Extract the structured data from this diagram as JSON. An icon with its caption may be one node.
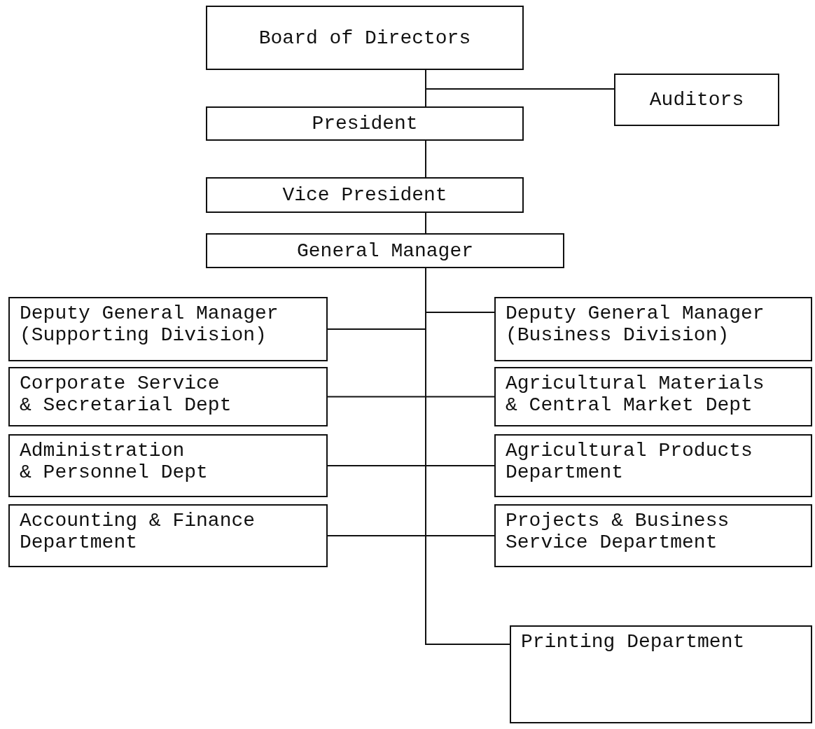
{
  "diagram": {
    "nodes": [
      {
        "text": [
          "Board of Directors"
        ]
      },
      {
        "text": [
          "Auditors"
        ]
      },
      {
        "text": [
          "President"
        ]
      },
      {
        "text": [
          "Vice President"
        ]
      },
      {
        "text": [
          "General Manager"
        ]
      },
      {
        "text": [
          "Deputy General Manager (Supporting Division)"
        ]
      },
      {
        "text": [
          "Deputy General Manager (Business Division)"
        ]
      },
      {
        "text": [
          "Corporate Service & Secretarial Dept"
        ]
      },
      {
        "text": [
          "Agricultural Materials & Central Market Dept"
        ]
      },
      {
        "text": [
          "Administration & Personnel Dept"
        ]
      },
      {
        "text": [
          "Agricultural Products Department"
        ]
      },
      {
        "text": [
          "Accounting & Finance Department"
        ]
      },
      {
        "text": [
          "Projects & Business Service Department"
        ]
      },
      {
        "text": [
          "Printing Department"
        ]
      }
    ],
    "edges": [
      {
        "from": 0,
        "to": 2,
        "arrow": "none"
      },
      {
        "from": 0,
        "to": 1,
        "arrow": "none"
      },
      {
        "from": 2,
        "to": 3,
        "arrow": "none"
      },
      {
        "from": 3,
        "to": 4,
        "arrow": "none"
      },
      {
        "from": 4,
        "to": 5,
        "arrow": "none"
      },
      {
        "from": 4,
        "to": 6,
        "arrow": "none"
      },
      {
        "from": 4,
        "to": 7,
        "arrow": "none"
      },
      {
        "from": 4,
        "to": 8,
        "arrow": "none"
      },
      {
        "from": 4,
        "to": 9,
        "arrow": "none"
      },
      {
        "from": 4,
        "to": 10,
        "arrow": "none"
      },
      {
        "from": 4,
        "to": 11,
        "arrow": "none"
      },
      {
        "from": 4,
        "to": 12,
        "arrow": "none"
      },
      {
        "from": 4,
        "to": 13,
        "arrow": "none"
      }
    ]
  }
}
